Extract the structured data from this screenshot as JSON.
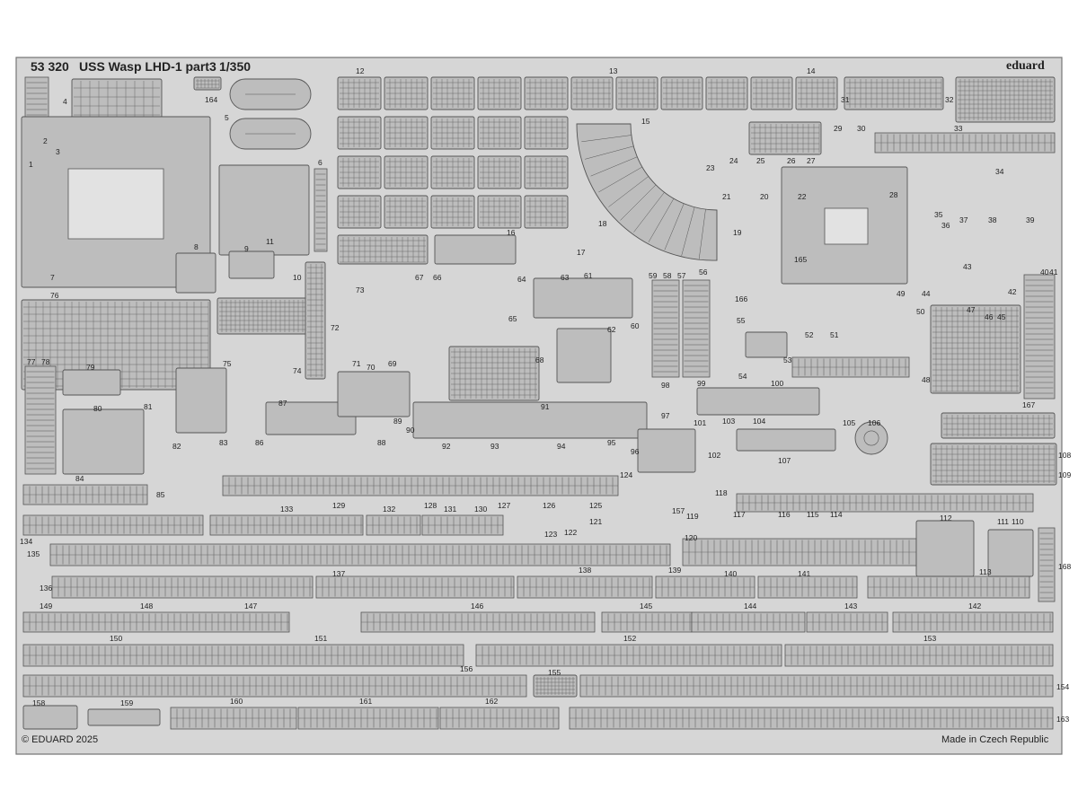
{
  "header": {
    "set_number": "53 320",
    "title": "USS Wasp LHD-1 part3",
    "scale": "1/350"
  },
  "brand": "eduard",
  "footer": {
    "copyright": "© EDUARD 2025",
    "origin": "Made in Czech Republic"
  },
  "colors": {
    "fret": "#d6d6d6",
    "part": "#bdbdbd",
    "edge": "#555555",
    "text": "#222222"
  },
  "part_numbers": [
    "1",
    "2",
    "3",
    "4",
    "5",
    "6",
    "7",
    "8",
    "9",
    "10",
    "11",
    "12",
    "13",
    "14",
    "15",
    "16",
    "17",
    "18",
    "19",
    "20",
    "21",
    "22",
    "23",
    "24",
    "25",
    "26",
    "27",
    "28",
    "29",
    "30",
    "31",
    "32",
    "33",
    "34",
    "35",
    "36",
    "37",
    "38",
    "39",
    "40",
    "41",
    "42",
    "43",
    "44",
    "45",
    "46",
    "47",
    "48",
    "49",
    "50",
    "51",
    "52",
    "53",
    "54",
    "55",
    "56",
    "57",
    "58",
    "59",
    "60",
    "61",
    "62",
    "63",
    "64",
    "65",
    "66",
    "67",
    "68",
    "69",
    "70",
    "71",
    "72",
    "73",
    "74",
    "75",
    "76",
    "77",
    "78",
    "79",
    "80",
    "81",
    "82",
    "83",
    "84",
    "85",
    "86",
    "87",
    "88",
    "89",
    "90",
    "91",
    "92",
    "93",
    "94",
    "95",
    "96",
    "97",
    "98",
    "99",
    "100",
    "101",
    "102",
    "103",
    "104",
    "105",
    "106",
    "107",
    "108",
    "109",
    "110",
    "111",
    "112",
    "113",
    "114",
    "115",
    "116",
    "117",
    "118",
    "119",
    "120",
    "121",
    "122",
    "123",
    "124",
    "125",
    "126",
    "127",
    "128",
    "129",
    "130",
    "131",
    "132",
    "133",
    "134",
    "135",
    "136",
    "137",
    "138",
    "139",
    "140",
    "141",
    "142",
    "143",
    "144",
    "145",
    "146",
    "147",
    "148",
    "149",
    "150",
    "151",
    "152",
    "153",
    "154",
    "155",
    "156",
    "157",
    "158",
    "159",
    "160",
    "161",
    "162",
    "163",
    "164",
    "165",
    "166",
    "167",
    "168"
  ]
}
